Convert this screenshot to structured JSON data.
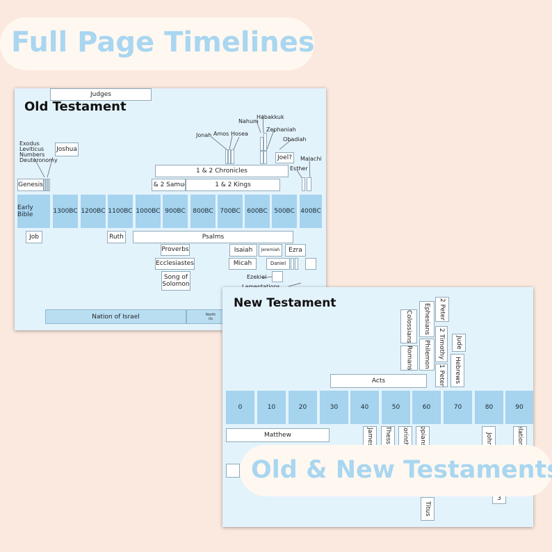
{
  "banner_top": "Full Page Timelines",
  "banner_bottom": "Old & New Testaments",
  "old": {
    "title": "Old Testament",
    "eras": [
      "Early Bible",
      "1300BC",
      "1200BC",
      "1100BC",
      "1000BC",
      "900BC",
      "800BC",
      "700BC",
      "600BC",
      "500BC",
      "400BC"
    ],
    "pentateuch": [
      "Exodus",
      "Leviticus",
      "Numbers",
      "Deuteronomy"
    ],
    "books": {
      "genesis": "Genesis",
      "judges": "Judges",
      "samuel": "1 & 2 Samuel",
      "kings": "1 & 2 Kings",
      "chronicles": "1 & 2 Chronicles",
      "joshua": "Joshua",
      "job": "Job",
      "ruth": "Ruth",
      "psalms": "Psalms",
      "proverbs": "Proverbs",
      "ecclesiastes": "Ecclesiastes",
      "song1": "Song of",
      "song2": "Solomon",
      "isaiah": "Isaiah",
      "jeremiah": "Jeremiah",
      "micah": "Micah",
      "daniel": "Daniel",
      "ezra": "Ezra",
      "ezekiel": "Ezekiel",
      "lamentations": "Lamentations",
      "joel": "Joel?",
      "esther": "Esther",
      "malachi": "Malachi",
      "jonah": "Jonah",
      "amos": "Amos",
      "hosea": "Hosea",
      "nahum": "Nahum",
      "habakkuk": "Habakkuk",
      "zephaniah": "Zephaniah",
      "obadiah": "Obadiah"
    },
    "nation": "Nation of Israel",
    "north": "North",
    "north2": "(Is"
  },
  "new": {
    "title": "New Testament",
    "eras": [
      "0",
      "10",
      "20",
      "30",
      "40",
      "50",
      "60",
      "70",
      "80",
      "90"
    ],
    "books": {
      "acts": "Acts",
      "matthew": "Matthew",
      "colossians": "Colossians",
      "ephesians": "Ephesians",
      "peter2": "2 Peter",
      "romans1": "Roman",
      "romans2": "s",
      "philemon": "Philemon",
      "timothy2": "2 Timothy",
      "jude": "Jude",
      "peter1": "1 Peter",
      "hebrews": "Hebrews",
      "james": "James",
      "thess": "Thess.",
      "corinth": "Corinth",
      "philippians": "Philippians",
      "john": "John",
      "revelation": "Revelation",
      "titus": "Titus",
      "three": "3"
    }
  }
}
